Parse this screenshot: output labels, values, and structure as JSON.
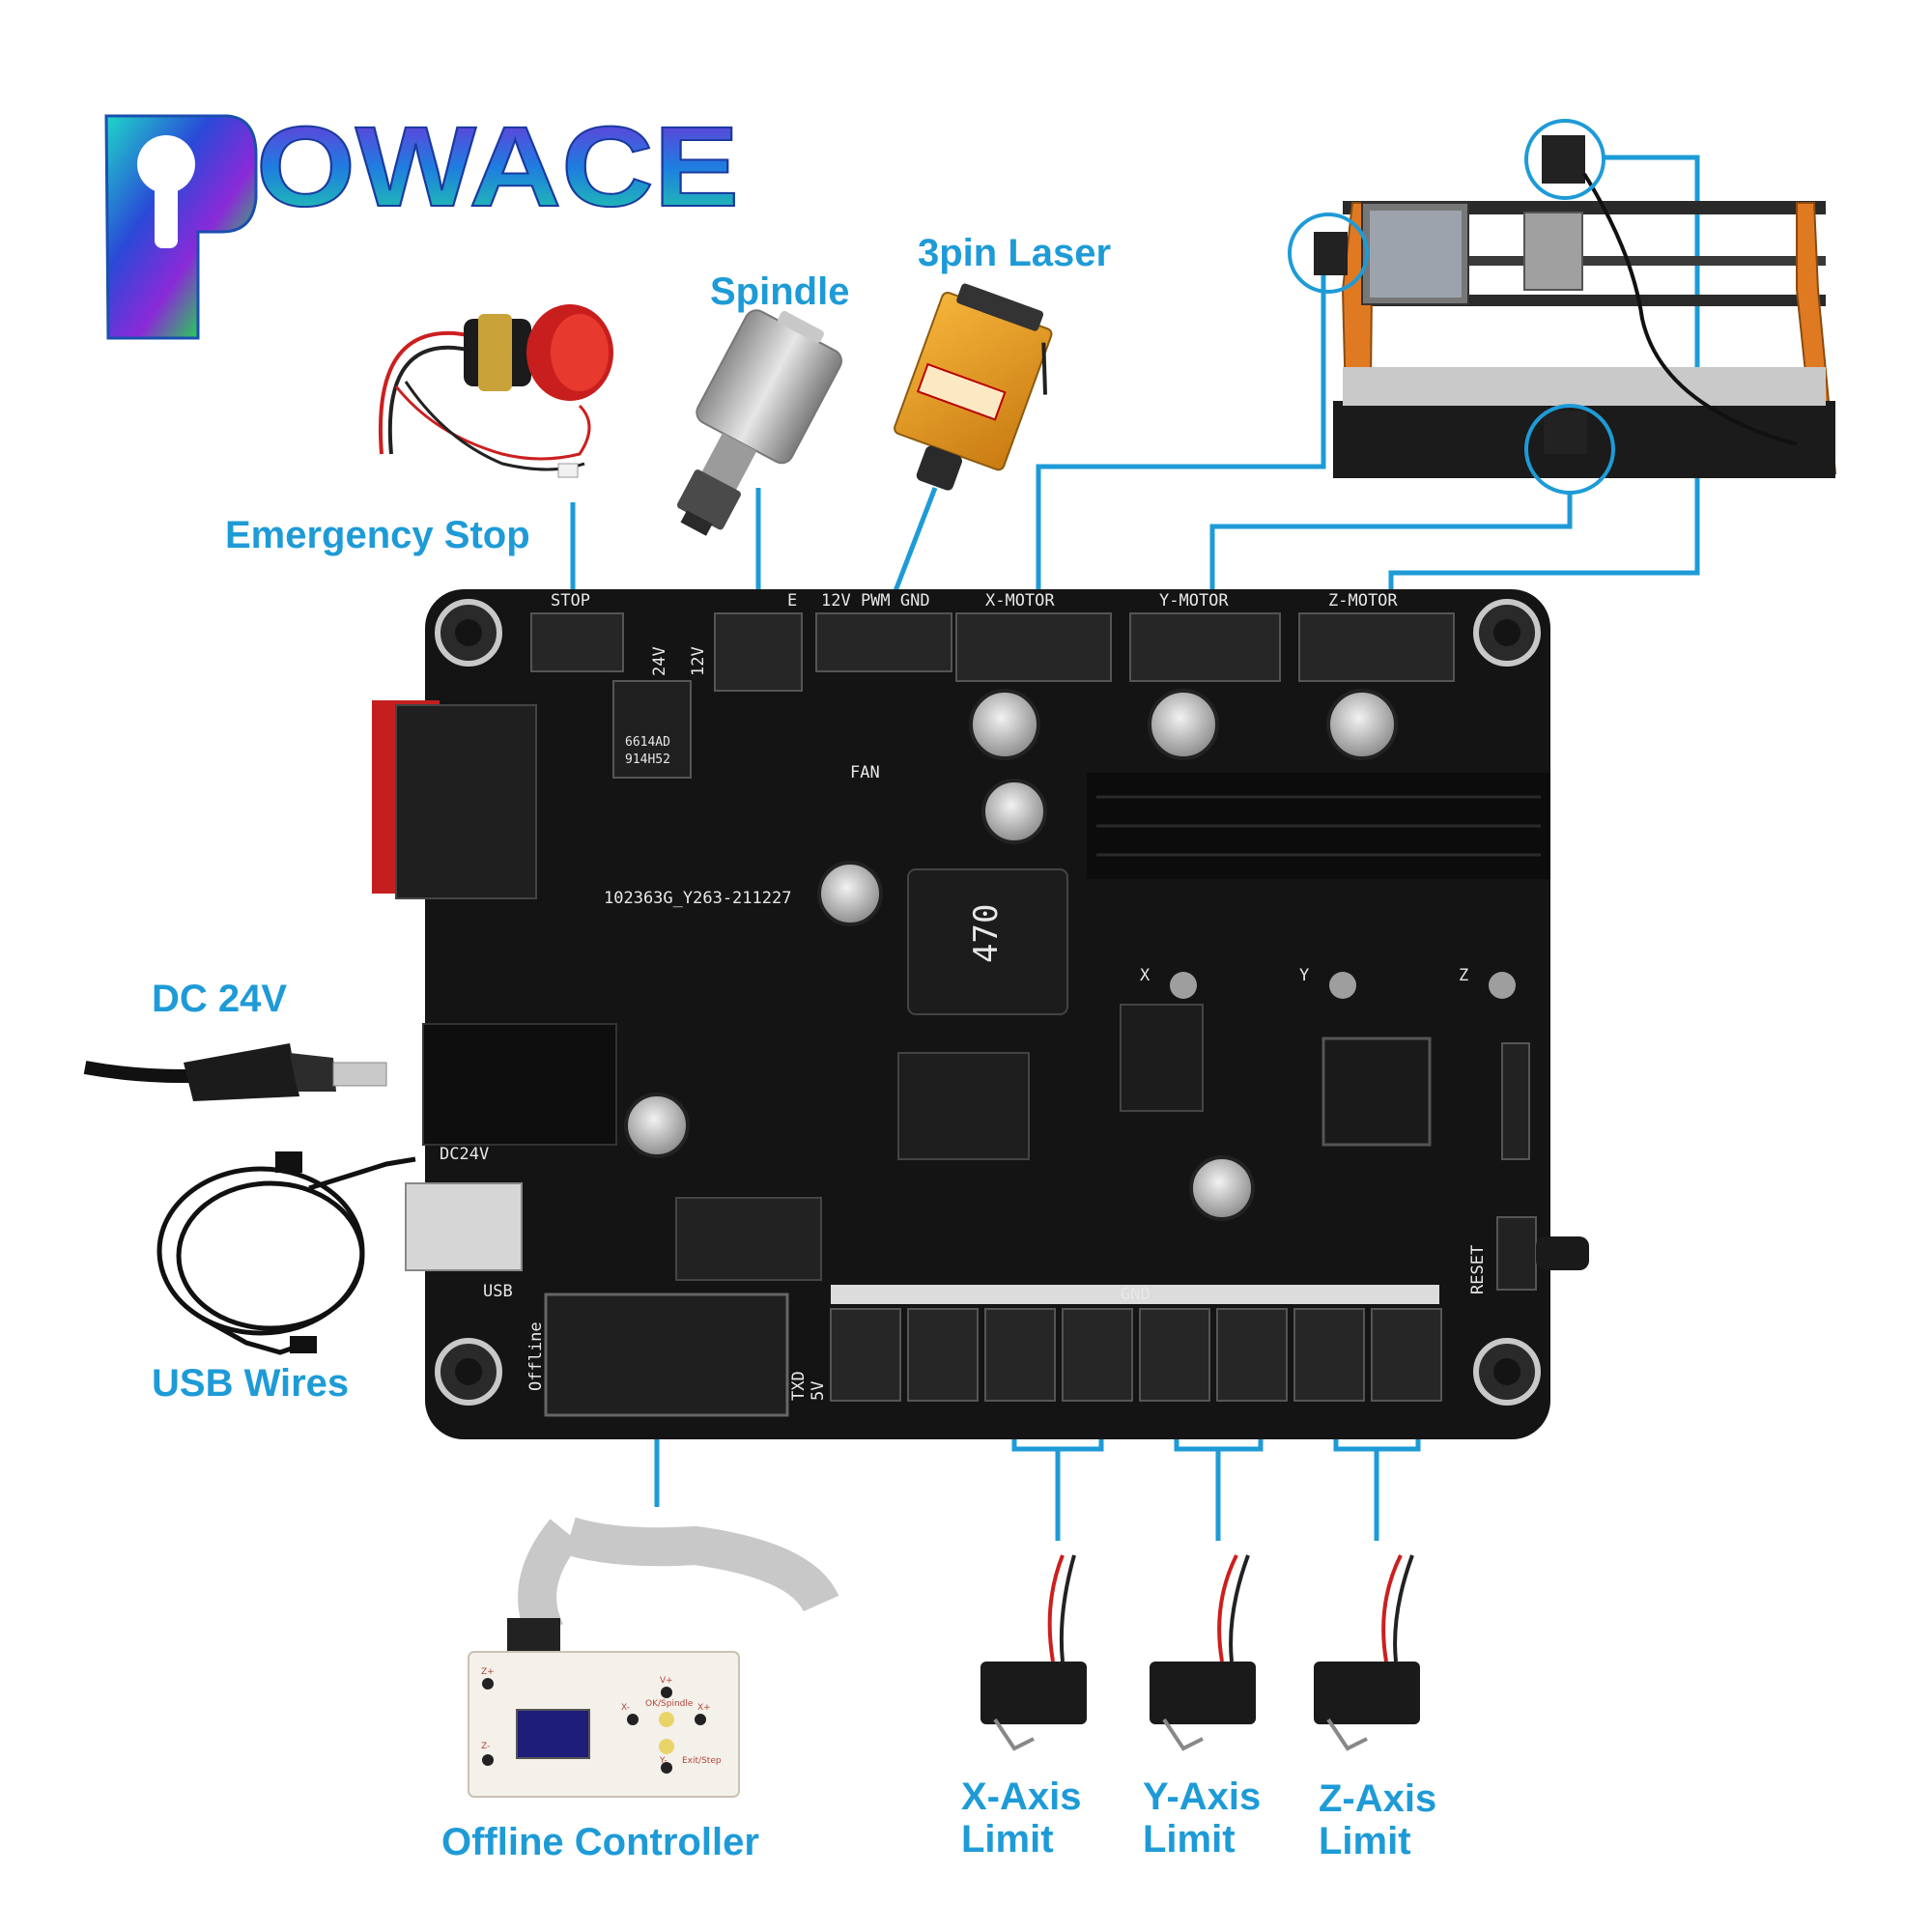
{
  "brand": {
    "name": "OWACE",
    "logo_alt": "P"
  },
  "colors": {
    "accent": "#1e9bd7",
    "board": "#141414",
    "connector": "#262626"
  },
  "labels": {
    "emergency_stop": "Emergency Stop",
    "spindle": "Spindle",
    "laser": "3pin Laser",
    "dc": "DC 24V",
    "usb": "USB Wires",
    "offline": "Offline Controller",
    "x_limit_1": "X-Axis",
    "x_limit_2": "Limit",
    "y_limit_1": "Y-Axis",
    "y_limit_2": "Limit",
    "z_limit_1": "Z-Axis",
    "z_limit_2": "Limit"
  },
  "board": {
    "stop": "STOP",
    "spindle_e": "E",
    "laser_pins": "12V PWM GND",
    "x_motor": "X-MOTOR",
    "y_motor": "Y-MOTOR",
    "z_motor": "Z-MOTOR",
    "v24": "24V",
    "v12": "12V",
    "fan": "FAN",
    "serial": "102363G_Y263-211227",
    "inductor": "470",
    "dc_jack": "DC24V",
    "usb_port": "USB",
    "reset": "RESET",
    "gnd": "GND",
    "txd": "TXD",
    "v5": "5V",
    "offline_port": "Offline",
    "axis_x": "X",
    "axis_y": "Y",
    "axis_z": "Z",
    "chip1a": "6614AD",
    "chip1b": "914H52"
  },
  "controller": {
    "v_plus": "V+",
    "x_minus": "X-",
    "ok": "OK/Spindle",
    "x_plus": "X+",
    "y_minus": "Y-",
    "exit": "Exit/Step",
    "z_plus": "Z+",
    "z_minus": "Z-"
  }
}
